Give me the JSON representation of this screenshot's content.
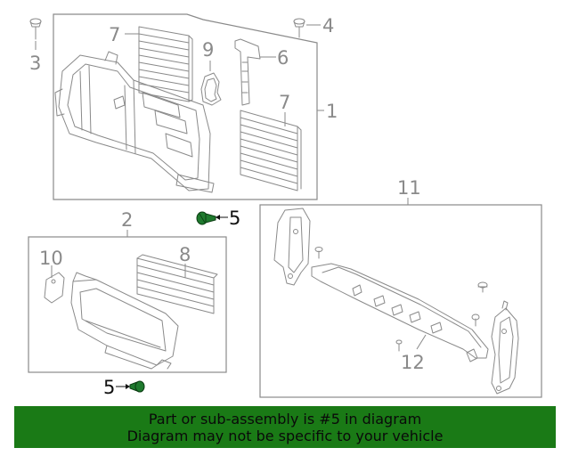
{
  "callouts": {
    "c1": "1",
    "c2": "2",
    "c3": "3",
    "c4": "4",
    "c5a": "5",
    "c5b": "5",
    "c6": "6",
    "c7a": "7",
    "c7b": "7",
    "c8": "8",
    "c9": "9",
    "c10": "10",
    "c11": "11",
    "c12": "12"
  },
  "banner": {
    "line1": "Part or sub-assembly is #5 in diagram",
    "line2": "Diagram may not be specific to your vehicle"
  },
  "colors": {
    "line_gray": "#8a8a8a",
    "highlight_part": "#1f7a2e",
    "banner_green": "#1a7a16"
  }
}
